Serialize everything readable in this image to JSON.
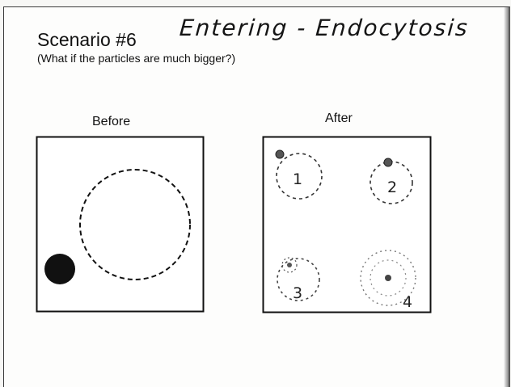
{
  "document": {
    "title": "Scenario #6",
    "subtitle": "(What if the particles are much bigger?)",
    "handwritten_answer": "Entering - Endocytosis"
  },
  "panels": {
    "before": {
      "label": "Before"
    },
    "after": {
      "label": "After",
      "steps": [
        "1",
        "2",
        "3",
        "4"
      ]
    }
  },
  "colors": {
    "ink": "#111111",
    "particle": "#111111"
  }
}
